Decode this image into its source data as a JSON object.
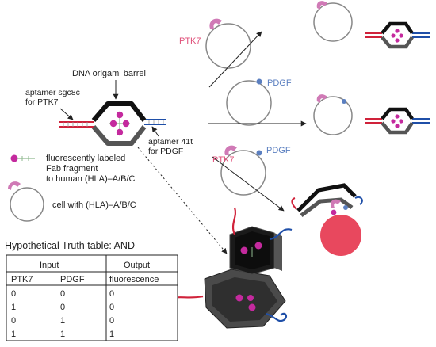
{
  "labels": {
    "origami_title": "DNA origami barrel",
    "aptamer_ptk7_line1": "aptamer sgc8c",
    "aptamer_ptk7_line2": "for PTK7",
    "aptamer_pdgf_line1": "aptamer 41t",
    "aptamer_pdgf_line2": "for PDGF",
    "fab_line1": "fluorescently labeled",
    "fab_line2": "Fab fragment",
    "fab_line3": "to human (HLA)–A/B/C",
    "cell_label": "cell with (HLA)–A/B/C",
    "ptk7_a": "PTK7",
    "pdgf_b": "PDGF",
    "ptk7_c": "PTK7",
    "pdgf_c": "PDGF"
  },
  "truth_table": {
    "title": "Hypothetical Truth table: AND",
    "group_input": "Input",
    "group_output": "Output",
    "columns": [
      "PTK7",
      "PDGF",
      "fluorescence"
    ],
    "rows": [
      [
        "0",
        "0",
        "0"
      ],
      [
        "1",
        "0",
        "0"
      ],
      [
        "0",
        "1",
        "0"
      ],
      [
        "1",
        "1",
        "1"
      ]
    ]
  },
  "colors": {
    "ptk7": "#e0507a",
    "pdgf": "#5b7fc0",
    "aptamer_red": "#d0223a",
    "aptamer_blue": "#1f4fa8",
    "fab": "#c42a9e",
    "cell_active": "#e8485e"
  }
}
